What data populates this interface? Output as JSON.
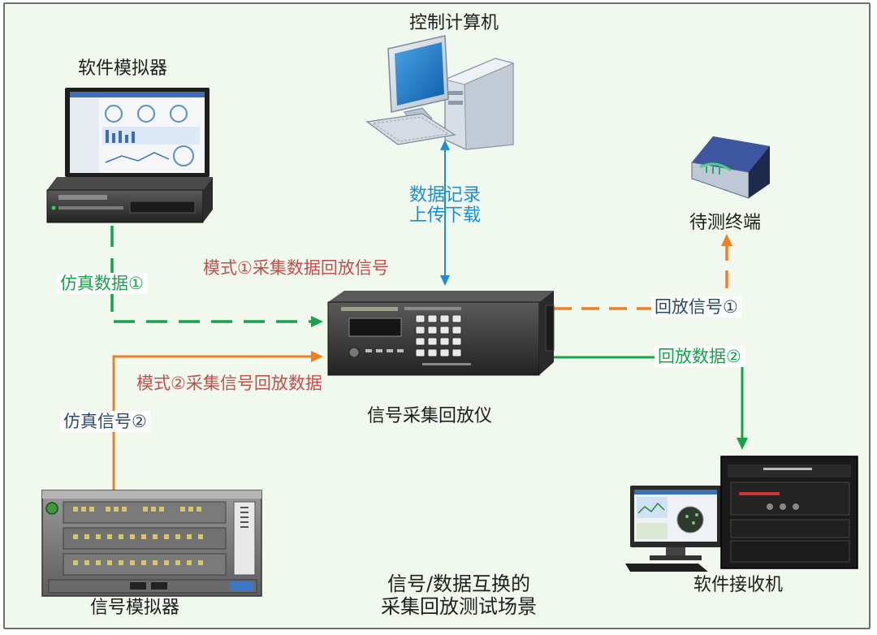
{
  "devices": {
    "control_computer": "控制计算机",
    "software_simulator": "软件模拟器",
    "terminal_under_test": "待测终端",
    "recorder": "信号采集回放仪",
    "signal_simulator": "信号模拟器",
    "software_receiver": "软件接收机"
  },
  "links": {
    "data_record_line1": "数据记录",
    "data_record_line2": "上传下载",
    "mode1": "模式①采集数据回放信号",
    "mode2": "模式②采集信号回放数据",
    "sim_data": "仿真数据①",
    "sim_signal": "仿真信号②",
    "playback_signal": "回放信号①",
    "playback_data": "回放数据②"
  },
  "scene_title": {
    "line1": "信号/数据互换的",
    "line2": "采集回放测试场景"
  },
  "colors": {
    "blue": "#1a8fd6",
    "green": "#14a44a",
    "orange": "#ef7f23",
    "red_text": "#c0504d",
    "navy_text": "#2b4a6a",
    "background": "#f1f8ee"
  },
  "icons": [
    "desktop-computer-icon",
    "software-simulator-workstation-icon",
    "network-terminal-icon",
    "signal-recorder-device-icon",
    "signal-simulator-chassis-icon",
    "receiver-rack-icon"
  ]
}
